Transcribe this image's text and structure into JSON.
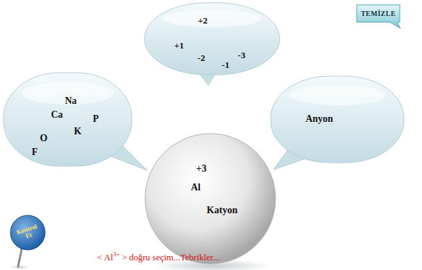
{
  "diagram": {
    "nodes": [
      {
        "text": [
          "+2",
          "+1",
          "-2",
          "-3",
          "-1"
        ]
      },
      {
        "text": [
          "TEMİZLE"
        ]
      },
      {
        "text": [
          "Na",
          "Ca",
          "P",
          "K",
          "O",
          "F"
        ]
      },
      {
        "text": [
          "Anyon"
        ]
      },
      {
        "text": [
          "+3",
          "Al",
          "Katyon"
        ]
      },
      {
        "text": [
          "Kontrol Et"
        ]
      }
    ],
    "labels": [
      "< Al",
      "3+",
      "> doğru seçim...Tebrikler..."
    ]
  }
}
